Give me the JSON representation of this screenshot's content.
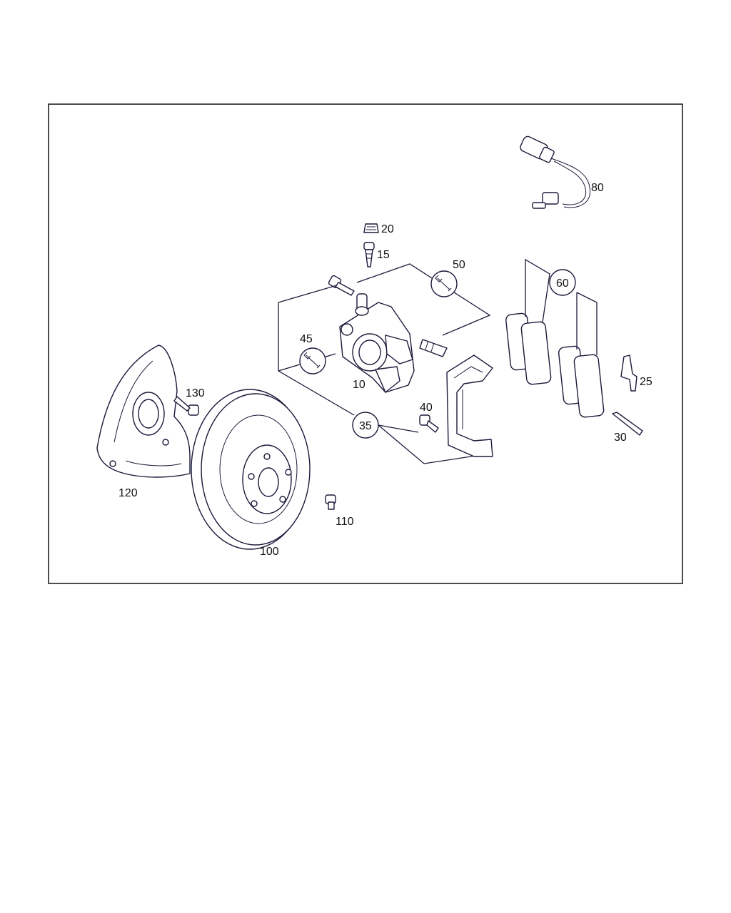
{
  "diagram": {
    "labels": {
      "p10": "10",
      "p15": "15",
      "p20": "20",
      "p25": "25",
      "p30": "30",
      "p35": "35",
      "p40": "40",
      "p45": "45",
      "p50": "50",
      "p60": "60",
      "p80": "80",
      "p100": "100",
      "p110": "110",
      "p120": "120",
      "p130": "130"
    },
    "colors": {
      "line": "#1a1a3a",
      "frame": "#111111",
      "background": "#ffffff"
    },
    "icons": {
      "wrench": "wrench-icon"
    }
  }
}
